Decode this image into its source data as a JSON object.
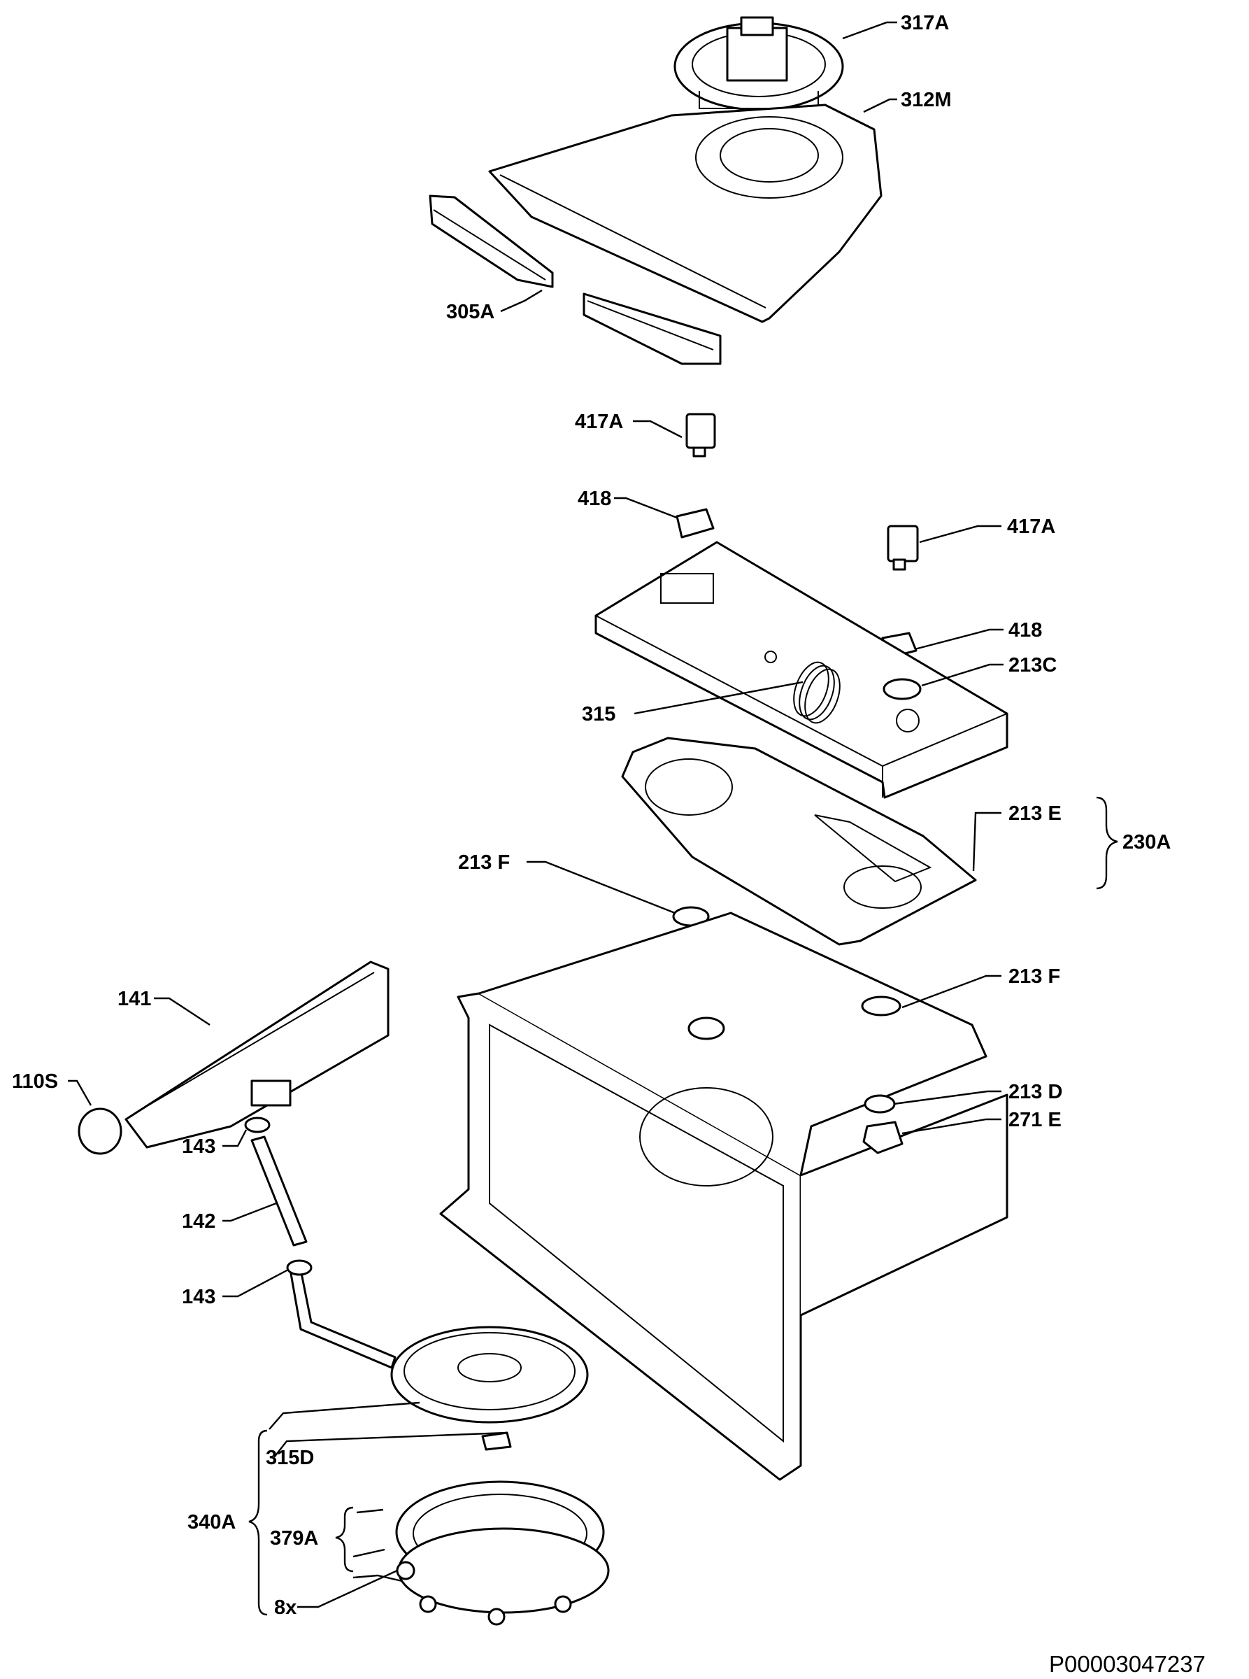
{
  "labels": {
    "l317A": "317A",
    "l312M": "312M",
    "l305A": "305A",
    "l417A_1": "417A",
    "l418_1": "418",
    "l417A_2": "417A",
    "l418_2": "418",
    "l213C": "213C",
    "l315": "315",
    "l213E": "213 E",
    "l230A": "230A",
    "l213F_1": "213 F",
    "l213F_2": "213 F",
    "l141": "141",
    "l110S": "110S",
    "l143_1": "143",
    "l142": "142",
    "l143_2": "143",
    "l213D": "213 D",
    "l271E": "271 E",
    "l315D": "315D",
    "l340A": "340A",
    "l379A": "379A",
    "l8x": "8x"
  },
  "reference_code": "P00003047237"
}
